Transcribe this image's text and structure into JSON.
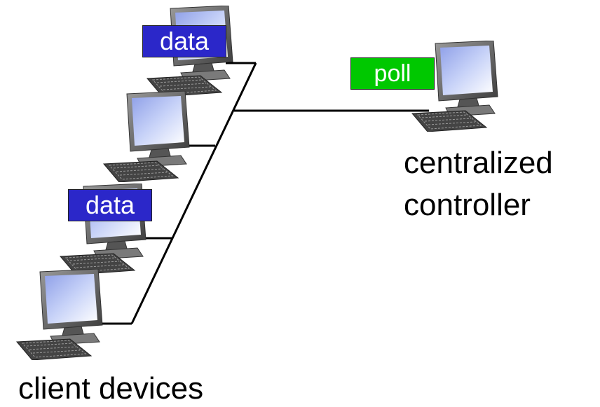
{
  "labels": {
    "controller_line1": "centralized",
    "controller_line2": "controller",
    "clients": "client devices"
  },
  "tags": {
    "poll": "poll",
    "data_top": "data",
    "data_mid": "data"
  },
  "colors": {
    "poll_tag": "#00c800",
    "data_tag": "#2b27c9",
    "screen": "#b8c6f5",
    "monitor_body": "#6b6b6b",
    "cable": "#000000"
  }
}
